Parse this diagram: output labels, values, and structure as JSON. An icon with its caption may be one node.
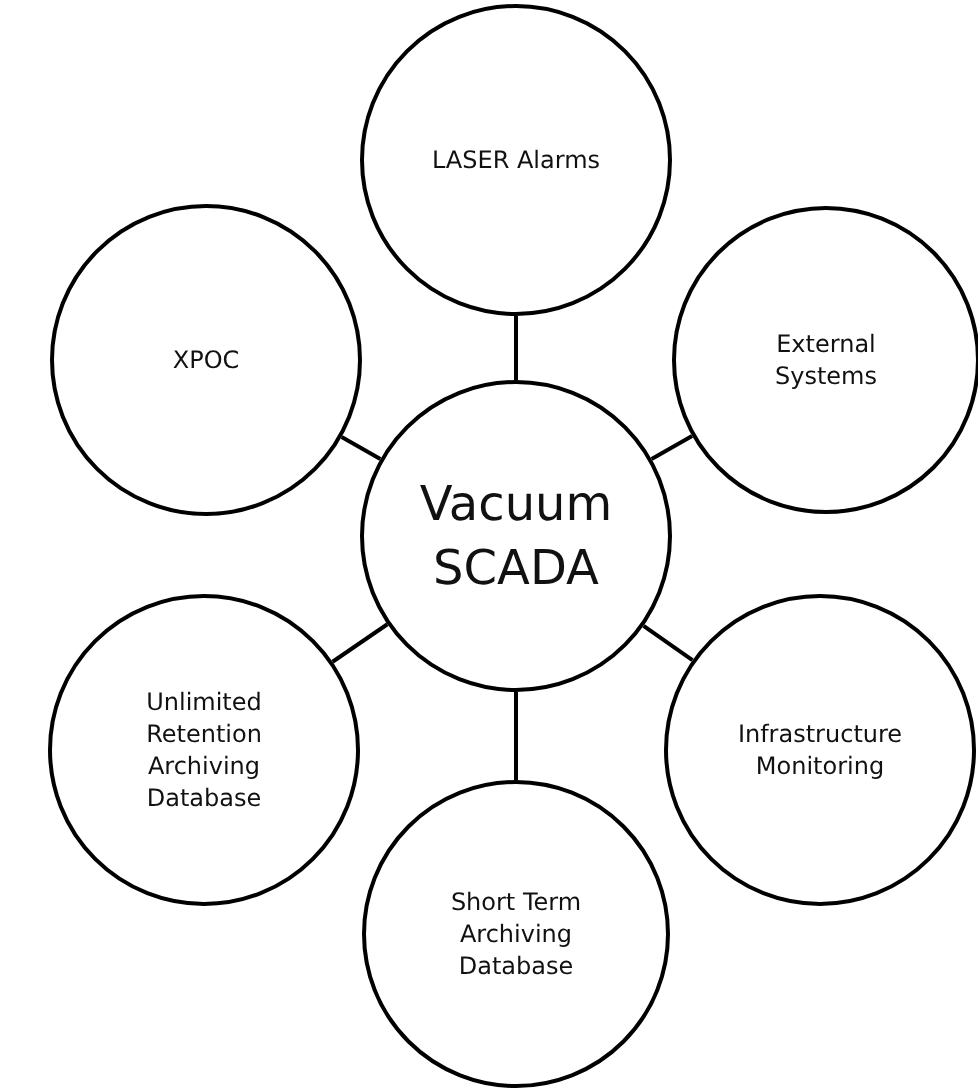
{
  "diagram": {
    "nodes": [
      {
        "text": [
          "Vacuum SCADA"
        ]
      },
      {
        "text": [
          "LASER Alarms"
        ]
      },
      {
        "text": [
          "External Systems"
        ]
      },
      {
        "text": [
          "Infrastructure Monitoring"
        ]
      },
      {
        "text": [
          "Short Term Archiving Database"
        ]
      },
      {
        "text": [
          "Unlimited Retention Archiving Database"
        ]
      },
      {
        "text": [
          "XPOC"
        ]
      }
    ],
    "edges": [
      {
        "from": 0,
        "to": 1,
        "arrow": "none"
      },
      {
        "from": 0,
        "to": 2,
        "arrow": "none"
      },
      {
        "from": 0,
        "to": 3,
        "arrow": "none"
      },
      {
        "from": 0,
        "to": 4,
        "arrow": "none"
      },
      {
        "from": 0,
        "to": 5,
        "arrow": "none"
      },
      {
        "from": 0,
        "to": 6,
        "arrow": "none"
      }
    ]
  }
}
